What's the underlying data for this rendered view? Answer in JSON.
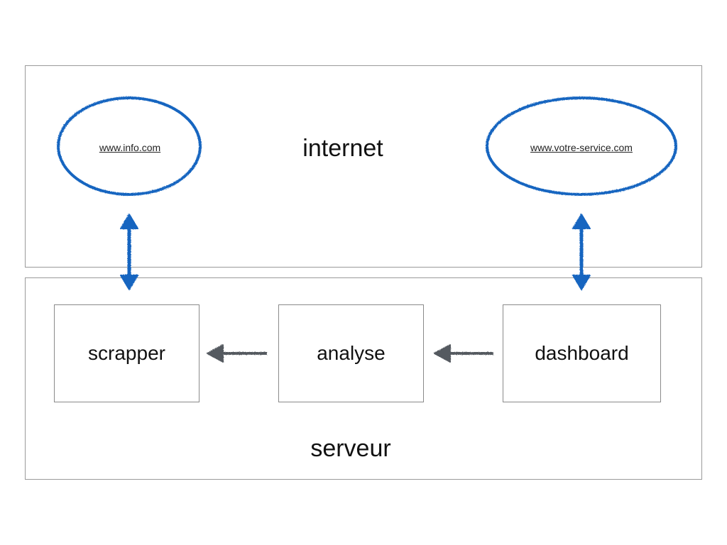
{
  "colors": {
    "zone_border": "#9a9a9a",
    "node_border": "#8a8a8a",
    "sketch_blue": "#1565c0",
    "arrow_gray": "#555a60"
  },
  "internet": {
    "title": "internet",
    "sites": [
      {
        "label": "www.info.com"
      },
      {
        "label": "www.votre-service.com"
      }
    ]
  },
  "serveur": {
    "title": "serveur",
    "nodes": [
      {
        "label": "scrapper"
      },
      {
        "label": "analyse"
      },
      {
        "label": "dashboard"
      }
    ]
  },
  "connections": [
    {
      "from": "www.info.com",
      "to": "scrapper",
      "style": "double-headed",
      "color": "blue"
    },
    {
      "from": "www.votre-service.com",
      "to": "dashboard",
      "style": "double-headed",
      "color": "blue"
    },
    {
      "from": "analyse",
      "to": "scrapper",
      "style": "single-headed",
      "color": "gray"
    },
    {
      "from": "dashboard",
      "to": "analyse",
      "style": "single-headed",
      "color": "gray"
    }
  ]
}
